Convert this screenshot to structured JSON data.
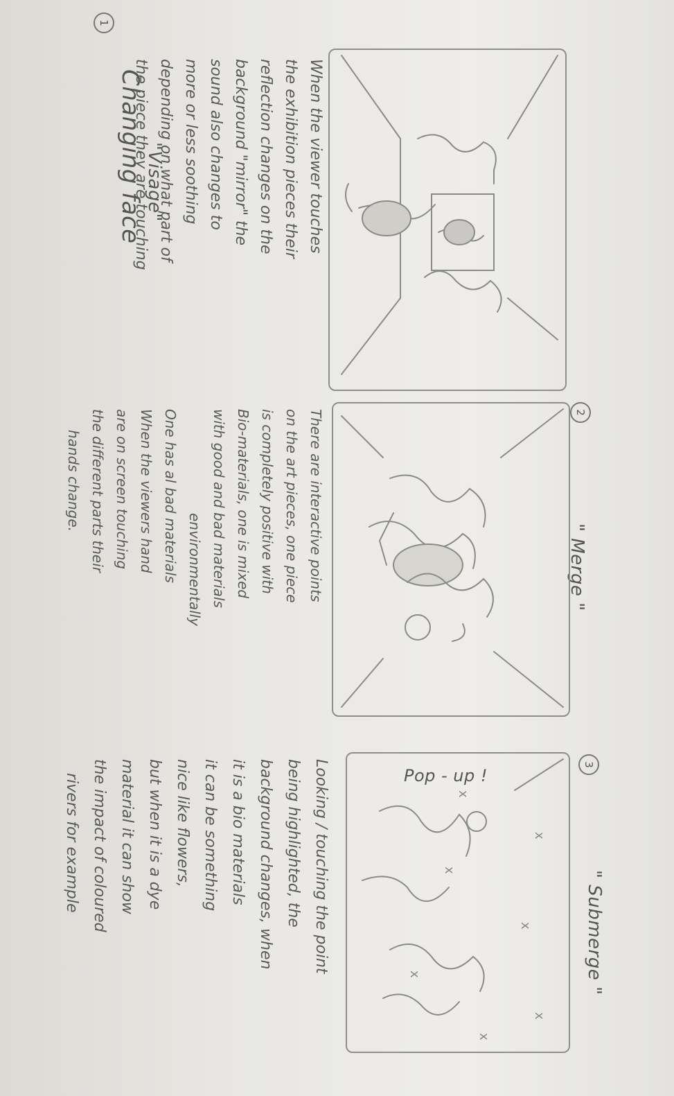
{
  "sheet": {
    "title": "Changing face",
    "panels": [
      {
        "number": "1",
        "title": "\"Visage\"",
        "text": [
          "When the viewer touches",
          "the exhibition pieces their",
          "reflection changes on the",
          "background \"mirror\" the",
          "sound also changes to",
          "more or less soothing",
          "depending on what part of",
          "the piece they are touching"
        ]
      },
      {
        "number": "2",
        "title": "\" Merge \"",
        "text": [
          "There are interactive points",
          "on the art pieces, one piece",
          "is completely positive with",
          "Bio-materials, one is mixed",
          "with good and bad materials",
          "environmentally",
          "One has al bad materials",
          "When the viewers hand",
          "are on screen touching",
          "the different parts their",
          "hands change."
        ]
      },
      {
        "number": "3",
        "title": "\" Submerge \"",
        "label": "Pop - up !",
        "text": [
          "Looking / touching the point",
          "being highlighted, the",
          "background changes, when",
          "it is a bio materials",
          "it can be something",
          "nice like flowers,",
          "but when it is a dye",
          "material it can show",
          "the impact of coloured",
          "rivers for example"
        ]
      }
    ]
  }
}
